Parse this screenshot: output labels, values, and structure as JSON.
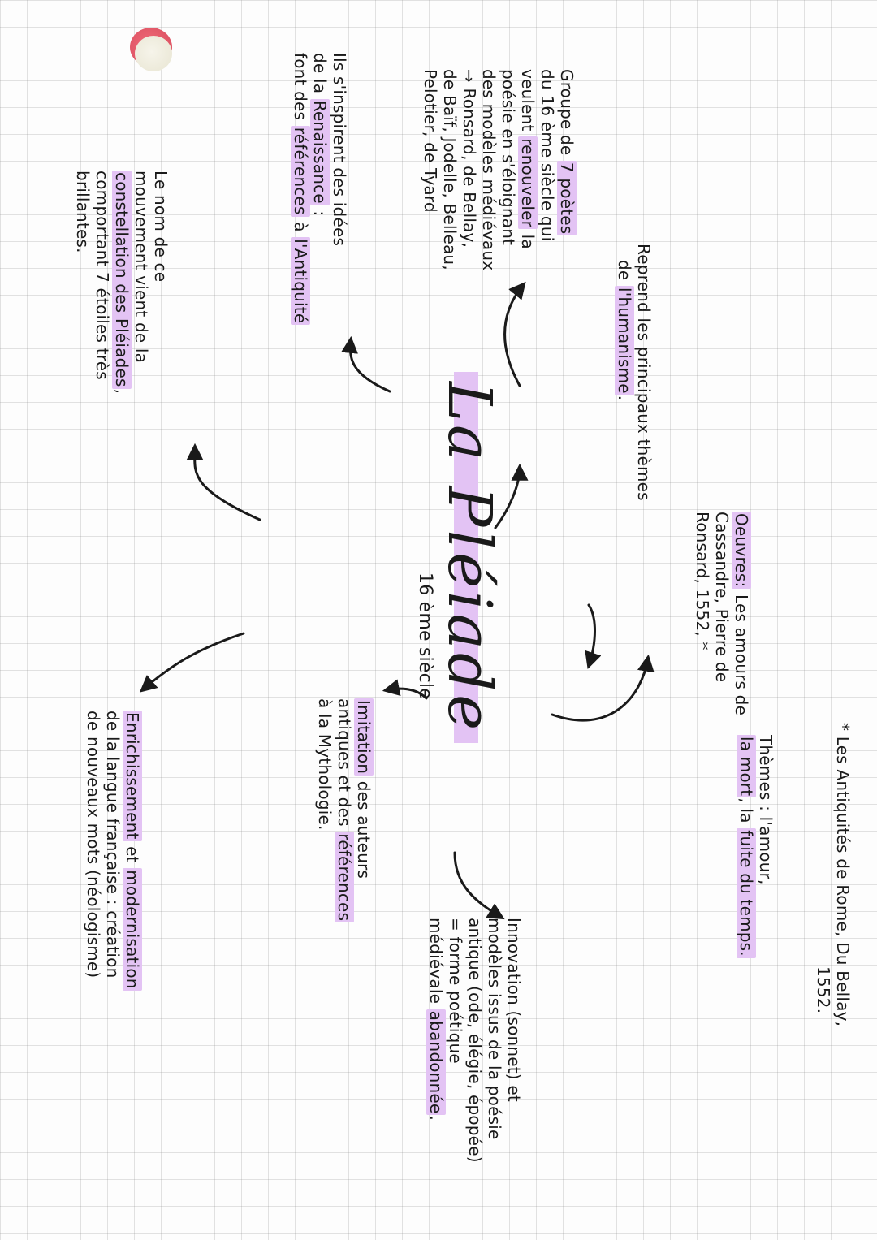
{
  "title": "La Pléiade",
  "subtitle": "16 ème siècle",
  "nodes": {
    "antiquites_pre": "* Les ",
    "antiquites_hl": "Antiquités de Rome",
    "antiquites_post": ", Du Bellay,",
    "antiquites_year": "1552.",
    "themes_line1": "Thèmes : l'amour,",
    "themes_line2_a": "la mort",
    "themes_line2_b": ", la ",
    "themes_line2_c": "fuite du temps.",
    "oeuvres_label": "Oeuvres:",
    "oeuvres_line1": " Les amours de",
    "oeuvres_line2": "Cassandre, Pierre de",
    "oeuvres_line3": "Ronsard, 1552,",
    "oeuvres_star": "*",
    "reprend_line1": "Reprend les principaux thèmes",
    "reprend_line2_pre": "de ",
    "reprend_line2_hl": "l'humanisme",
    "reprend_line2_post": ".",
    "innovation_line1": "Innovation (sonnet) et",
    "innovation_line2": "modèles issus de la poésie",
    "innovation_line3": "antique (ode, élégie, épopée)",
    "innovation_line4": "= forme poétique",
    "innovation_line5_pre": "médiévale ",
    "innovation_line5_hl": "abandonnée",
    "innovation_line5_post": ".",
    "imitation_line1_hl": "Imitation",
    "imitation_line1_post": " des auteurs",
    "imitation_line2_pre": "antiques et des ",
    "imitation_line2_hl": "références",
    "imitation_line3": "à la Mythologie.",
    "enrich_line1_hl1": "Enrichissement",
    "enrich_line1_mid": " et ",
    "enrich_line1_hl2": "modernisation",
    "enrich_line2": "de la langue française : création",
    "enrich_line3": "de nouveaux mots (néologisme)",
    "groupe_line1_pre": "Groupe de ",
    "groupe_line1_hl": "7 poètes",
    "groupe_line2": "du 16 ème siècle qui",
    "groupe_line3_pre": "veulent ",
    "groupe_line3_hl": "renouveler",
    "groupe_line3_post": " la",
    "groupe_line4": "poésie en s'éloignant",
    "groupe_line5": "des modèles médiévaux",
    "groupe_line6": "→ Ronsard, de Bellay,",
    "groupe_line7": "de Baïf, Jodelle, Belleau,",
    "groupe_line8": "Pelotier, de Tyard",
    "inspirent_line1": "Ils s'inspirent des idées",
    "inspirent_line2_pre": "de la ",
    "inspirent_line2_hl": "Renaissance",
    "inspirent_line2_post": " :",
    "inspirent_line3_pre": "font des ",
    "inspirent_line3_hl1": "références",
    "inspirent_line3_mid": " à ",
    "inspirent_line3_hl2": "l'Antiquité",
    "nom_line1": "Le nom de ce",
    "nom_line2": "mouvement vient de la",
    "nom_line3_hl": "constellation des Pléiades",
    "nom_line3_post": ",",
    "nom_line4": "comportant 7 étoiles très",
    "nom_line5": "brillantes."
  },
  "colors": {
    "highlight": "#e3c3f4",
    "ink": "#1a1a1a",
    "grid": "#969696",
    "hole_red": "#e85a6a",
    "hole_cream": "#f2f0e2"
  }
}
